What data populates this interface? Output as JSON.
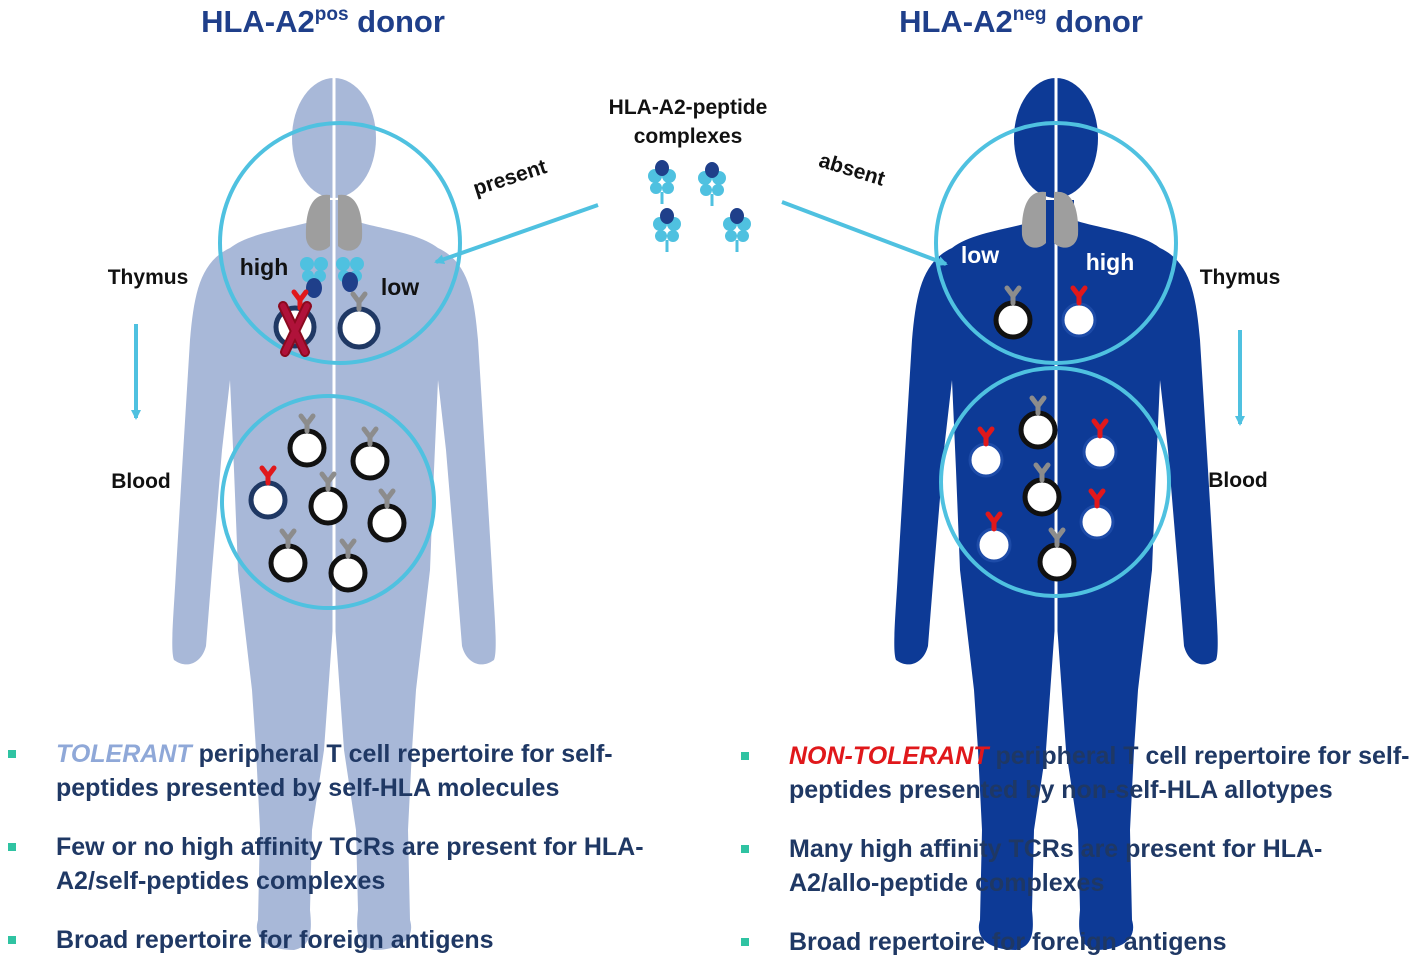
{
  "colors": {
    "light_body": "#a8b8d8",
    "dark_body": "#0d3a96",
    "cyan": "#4fc1e0",
    "title_blue": "#1f3f8a",
    "text_dark": "#1f3864",
    "tolerant": "#8fa8d8",
    "non_tolerant": "#e0181b",
    "tcr_red": "#e0181b",
    "tcr_gray": "#8c8c8c",
    "bullet_marker": "#2fc3a2"
  },
  "left_panel": {
    "title_main": "HLA-A2",
    "title_sup": "pos",
    "title_tail": " donor",
    "label_thymus": "Thymus",
    "label_blood": "Blood",
    "label_high": "high",
    "label_low": "low",
    "arrow_label": "present"
  },
  "right_panel": {
    "title_main": "HLA-A2",
    "title_sup": "neg",
    "title_tail": " donor",
    "label_thymus": "Thymus",
    "label_blood": "Blood",
    "label_low": "low",
    "label_high": "high",
    "arrow_label": "absent"
  },
  "center": {
    "complex_line1": "HLA-A2-peptide",
    "complex_line2": "complexes"
  },
  "left_bullets": [
    {
      "keyword": "TOLERANT",
      "text": " peripheral  T cell repertoire for self-peptides presented by self-HLA molecules"
    },
    {
      "keyword": "",
      "text": "Few or no high affinity  TCRs are present for HLA-A2/self-peptides  complexes"
    },
    {
      "keyword": "",
      "text": "Broad repertoire for foreign antigens"
    }
  ],
  "right_bullets": [
    {
      "keyword": "NON-TOLERANT",
      "text": " peripheral  T cell repertoire for self-peptides  presented by non-self-HLA allotypes"
    },
    {
      "keyword": "",
      "text": "Many high affinity  TCRs are present for HLA-A2/allo-peptide  complexes"
    },
    {
      "keyword": "",
      "text": "Broad repertoire for foreign antigens"
    }
  ]
}
